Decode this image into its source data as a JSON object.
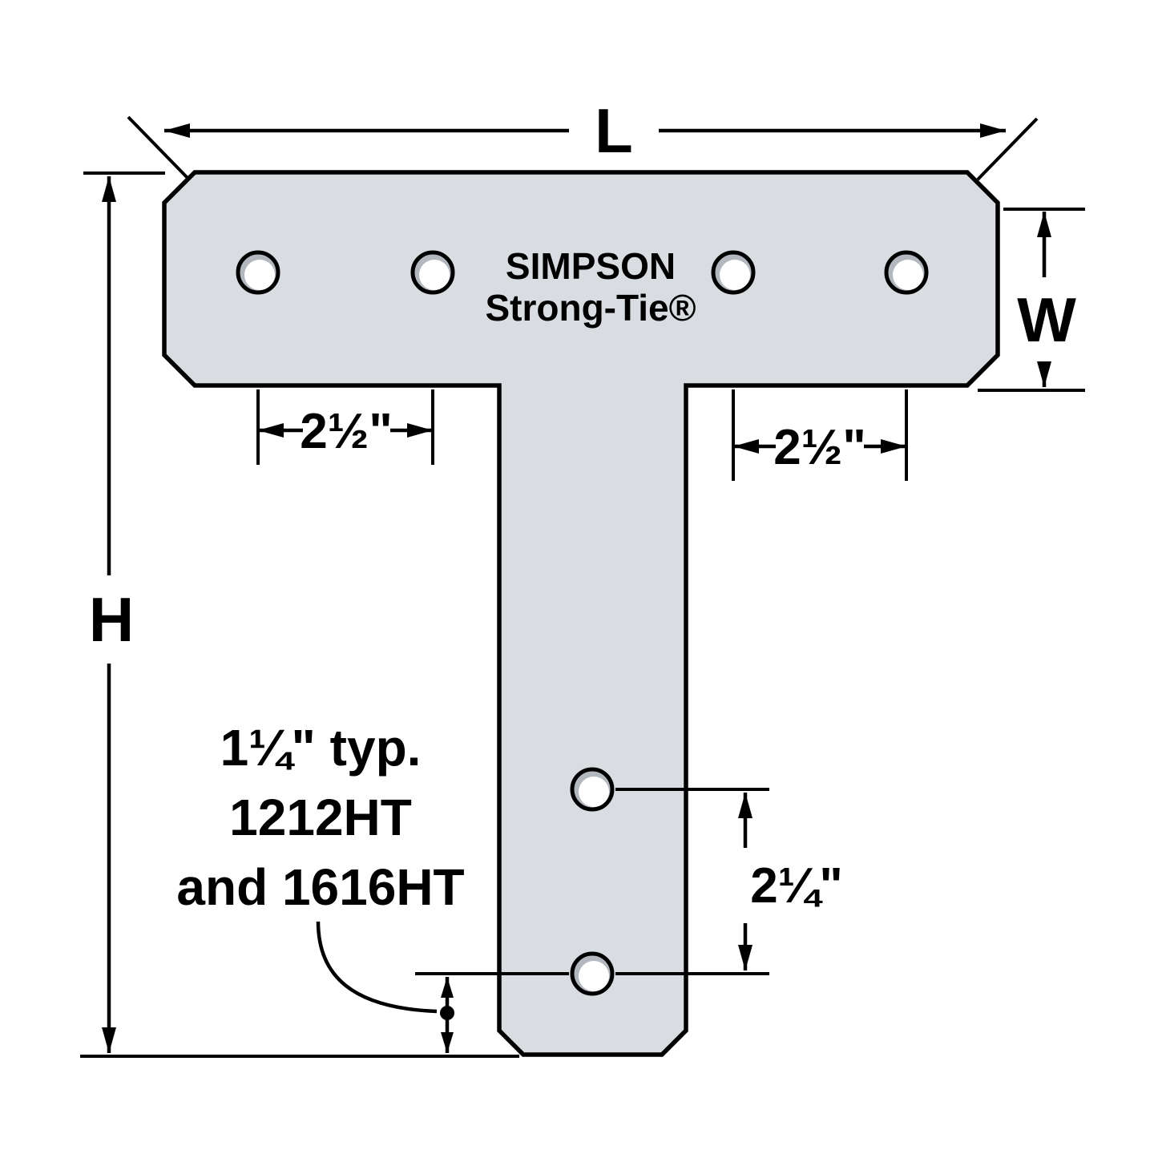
{
  "diagram": {
    "brand": {
      "line1": "SIMPSON",
      "line2": "Strong-Tie®"
    },
    "dimensions": {
      "length": "L",
      "width": "W",
      "height": "H",
      "top_left_hole_spacing": "2½\"",
      "top_right_hole_spacing": "2½\"",
      "stem_hole_spacing": "2¼\"",
      "note_line1": "1¼\" typ.",
      "note_line2": "1212HT",
      "note_line3": "and 1616HT"
    },
    "colors": {
      "plate_fill": "#d9dde1",
      "outline": "#000000",
      "background": "#ffffff"
    }
  }
}
